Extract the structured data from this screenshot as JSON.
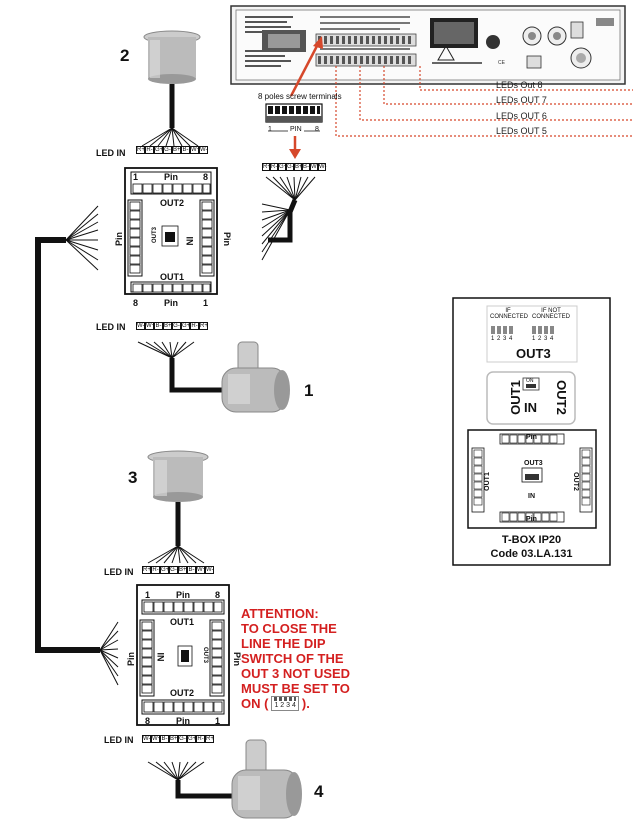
{
  "fixtures": {
    "f1": "1",
    "f2": "2",
    "f3": "3",
    "f4": "4"
  },
  "led_in_label": "LED IN",
  "pin_label": "Pin",
  "out1_label": "OUT1",
  "out2_label": "OUT2",
  "out3_label": "OUT3",
  "in_label": "IN",
  "on_label": "ON",
  "pin_numbers": {
    "one": "1",
    "eight": "8"
  },
  "wire_labels": [
    "R+",
    "R-",
    "G+",
    "G-",
    "B+",
    "B-",
    "W+",
    "W-"
  ],
  "wire_labels_reversed": [
    "W-",
    "W+",
    "B-",
    "B+",
    "G-",
    "G+",
    "R-",
    "R+"
  ],
  "pin_digits": [
    "1",
    "2",
    "3",
    "4",
    "5",
    "6",
    "7",
    "8"
  ],
  "pin_digits_reversed": [
    "8",
    "7",
    "6",
    "5",
    "4",
    "3",
    "2",
    "1"
  ],
  "terminal": {
    "caption": "8 poles screw terminals",
    "pin_text": "PIN",
    "left": "1",
    "right": "8"
  },
  "led_outputs": [
    "LEDs Out 8",
    "LEDs OUT 7",
    "LEDs OUT 6",
    "LEDs OUT 5"
  ],
  "legend": {
    "if_connected": "IF\nCONNECTED",
    "if_not_connected": "IF NOT\nCONNECTED",
    "dip_numbers": [
      "1",
      "2",
      "3",
      "4"
    ],
    "out3": "OUT3",
    "out1": "OUT1",
    "out2": "OUT2",
    "in": "IN",
    "product": "T-BOX IP20",
    "code": "Code 03.LA.131"
  },
  "attention": {
    "title": "ATTENTION:",
    "lines": [
      "TO CLOSE THE",
      "LINE THE DIP",
      "SWITCH OF THE",
      "OUT 3 NOT USED",
      "MUST BE SET TO"
    ],
    "last_prefix": "ON (",
    "last_suffix": ").",
    "dip_numbers": "1 2 3 4"
  },
  "colors": {
    "dashed_line": "#d6482b",
    "attention": "#d42020",
    "cable": "#111111"
  }
}
